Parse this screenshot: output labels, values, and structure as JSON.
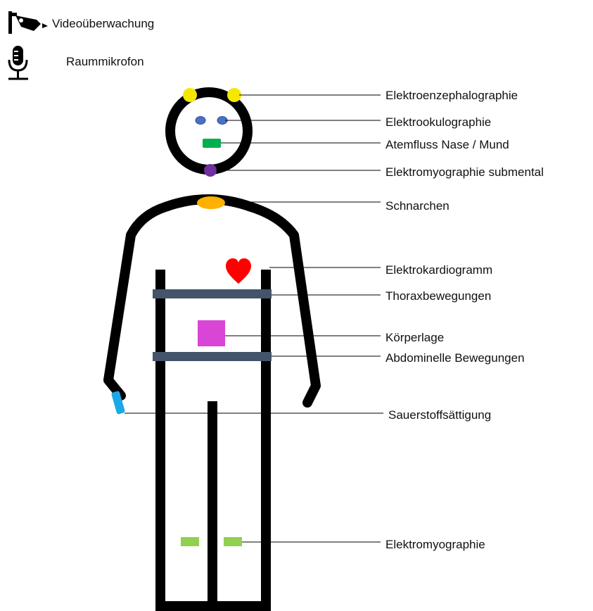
{
  "legend": {
    "camera_label": "Videoüberwachung",
    "camera_icon": "security-camera-icon",
    "microphone_label": "Raummikrofon",
    "microphone_icon": "microphone-icon"
  },
  "labels": {
    "eeg": "Elektroenzephalographie",
    "eog": "Elektrookulographie",
    "airflow": "Atemfluss Nase / Mund",
    "emg_submental": "Elektromyographie submental",
    "snoring": "Schnarchen",
    "ecg": "Elektrokardiogramm",
    "thorax": "Thoraxbewegungen",
    "position": "Körperlage",
    "abdomen": "Abdominelle Bewegungen",
    "spo2": "Sauerstoffsättigung",
    "emg_legs": "Elektromyographie"
  },
  "colors": {
    "outline": "#000000",
    "eeg": "#f5e800",
    "eog": "#4a72c4",
    "airflow": "#00b050",
    "emg_submental": "#7030a0",
    "snoring": "#ffb000",
    "heart": "#ff0000",
    "belt": "#44546a",
    "position": "#d946d6",
    "spo2": "#1ca8e8",
    "emg_legs": "#92d050"
  }
}
